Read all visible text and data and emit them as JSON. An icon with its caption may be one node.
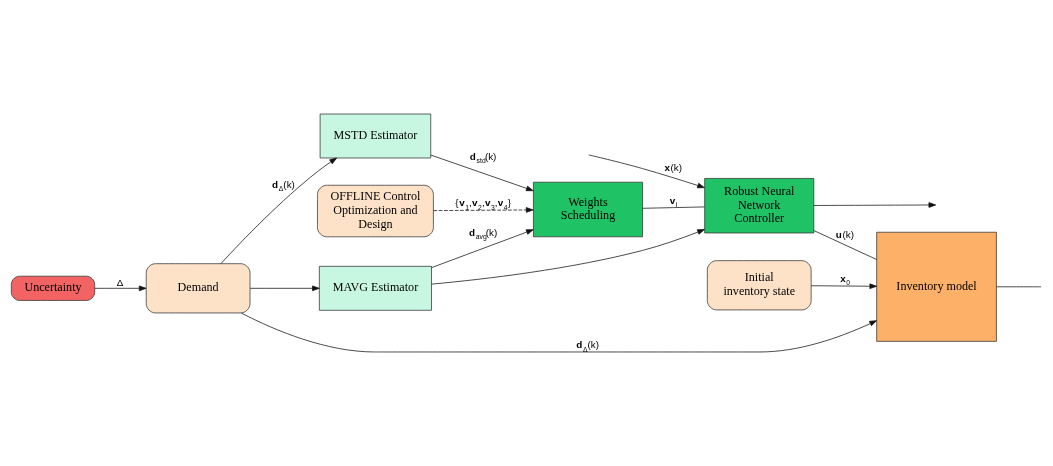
{
  "diagram": {
    "nodes": [
      {
        "text": [
          "OFFLINE Control Optimization and Design"
        ]
      },
      {
        "text": [
          "Weights Scheduling"
        ]
      },
      {
        "text": [
          "MSTD Estimator"
        ]
      },
      {
        "text": [
          "MAVG Estimator"
        ]
      },
      {
        "text": [
          "Uncertainty"
        ]
      },
      {
        "text": [
          "Demand"
        ]
      },
      {
        "text": [
          "Initial inventory state"
        ]
      },
      {
        "text": [
          "Robust Neural Network Controller"
        ]
      },
      {
        "text": [
          "Inventory model"
        ]
      }
    ],
    "edges": [
      {
        "from": 0,
        "to": 1,
        "arrow": "to",
        "style": "dashed",
        "label": "{**v**$_{1}$,**v**$_{2}$,**v**$_{3}$,**v**$_{4}$}"
      },
      {
        "from": 2,
        "to": 1,
        "arrow": "to",
        "label": "**d**$_{std}$(k)"
      },
      {
        "from": 4,
        "to": 5,
        "arrow": "to",
        "label": "Δ"
      },
      {
        "from": 5,
        "to": 2,
        "arrow": "to",
        "label": "**d**$_{Δ}$(k)"
      },
      {
        "from": 5,
        "to": 3,
        "arrow": "to"
      },
      {
        "from": 3,
        "to": 1,
        "arrow": "to",
        "label": "**d**$_{avg}$(k)"
      },
      {
        "from": 3,
        "to": 7,
        "arrow": "to"
      },
      {
        "from": 5,
        "to": 8,
        "arrow": "to",
        "label": "**d**$_{Δ}$(k)"
      },
      {
        "from": 6,
        "to": 8,
        "arrow": "to",
        "label": "**x**$_{0}$"
      },
      {
        "from": 1,
        "to": 7,
        "arrow": "none",
        "label": "**v**$_{i}$"
      },
      {
        "from": 7,
        "to": 8,
        "arrow": "none",
        "label": "**u**(k)"
      },
      {
        "from": 7,
        "to": null,
        "arrow": "to"
      },
      {
        "from": null,
        "to": 7,
        "arrow": "to",
        "label": "**x**(k)"
      },
      {
        "from": 8,
        "to": null,
        "arrow": "none"
      }
    ]
  }
}
